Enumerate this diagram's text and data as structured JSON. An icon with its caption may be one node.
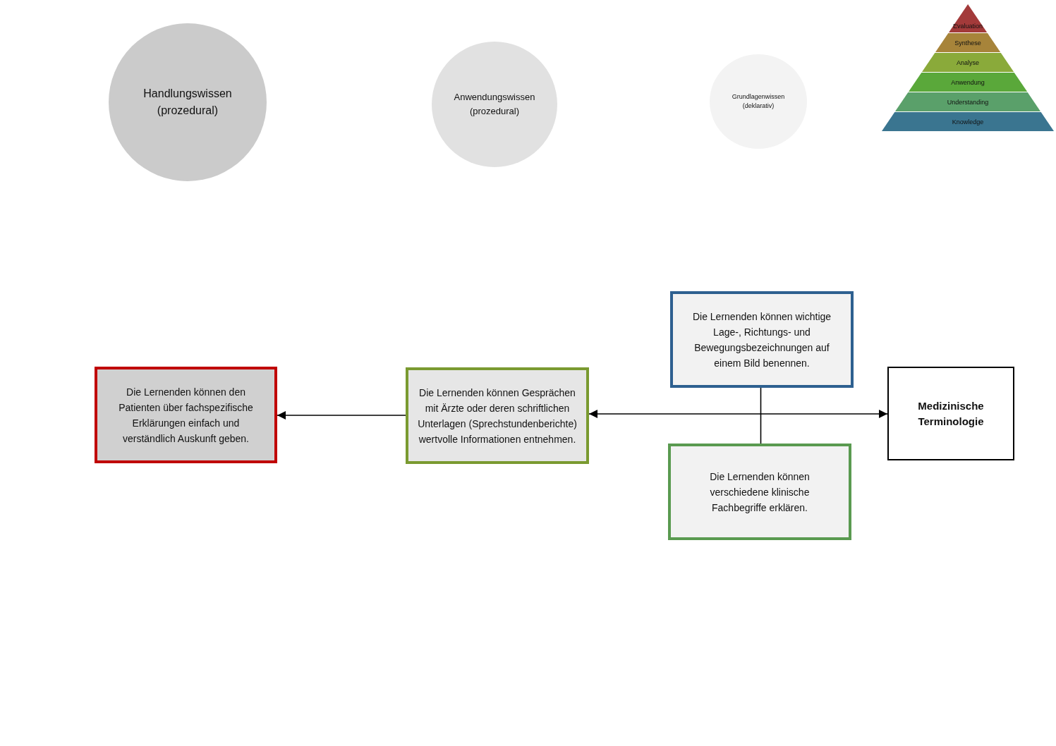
{
  "diagram": {
    "nodes": [
      {
        "text": [
          "Handlungswissen (prozedural)"
        ]
      },
      {
        "text": [
          "Anwendungswissen (prozedural)"
        ]
      },
      {
        "text": [
          "Grundlagenwissen (deklarativ)"
        ]
      },
      {
        "text": [
          "Evaluation"
        ]
      },
      {
        "text": [
          "Synthese"
        ]
      },
      {
        "text": [
          "Analyse"
        ]
      },
      {
        "text": [
          "Anwendung"
        ]
      },
      {
        "text": [
          "Understanding"
        ]
      },
      {
        "text": [
          "Knowledge"
        ]
      },
      {
        "text": [
          "Die Lernenden können den Patienten über fachspezifische Erklärungen einfach und verständlich Auskunft geben."
        ]
      },
      {
        "text": [
          "Die Lernenden können Gesprächen mit Ärzte oder deren schriftlichen Unterlagen (Sprechstundenberichte) wertvolle Informationen entnehmen."
        ]
      },
      {
        "text": [
          "Die Lernenden können wichtige Lage-, Richtungs- und Bewegungsbezeichnungen auf einem Bild benennen."
        ]
      },
      {
        "text": [
          "Die Lernenden können verschiedene klinische Fachbegriffe erklären."
        ]
      },
      {
        "text": [
          "Medizinische Terminologie"
        ]
      }
    ],
    "edges": [
      {
        "from": 10,
        "to": 9,
        "arrow": "to"
      },
      {
        "from": 10,
        "to": 13,
        "arrow": "both"
      },
      {
        "from": 11,
        "to": 12,
        "arrow": "none"
      }
    ]
  }
}
